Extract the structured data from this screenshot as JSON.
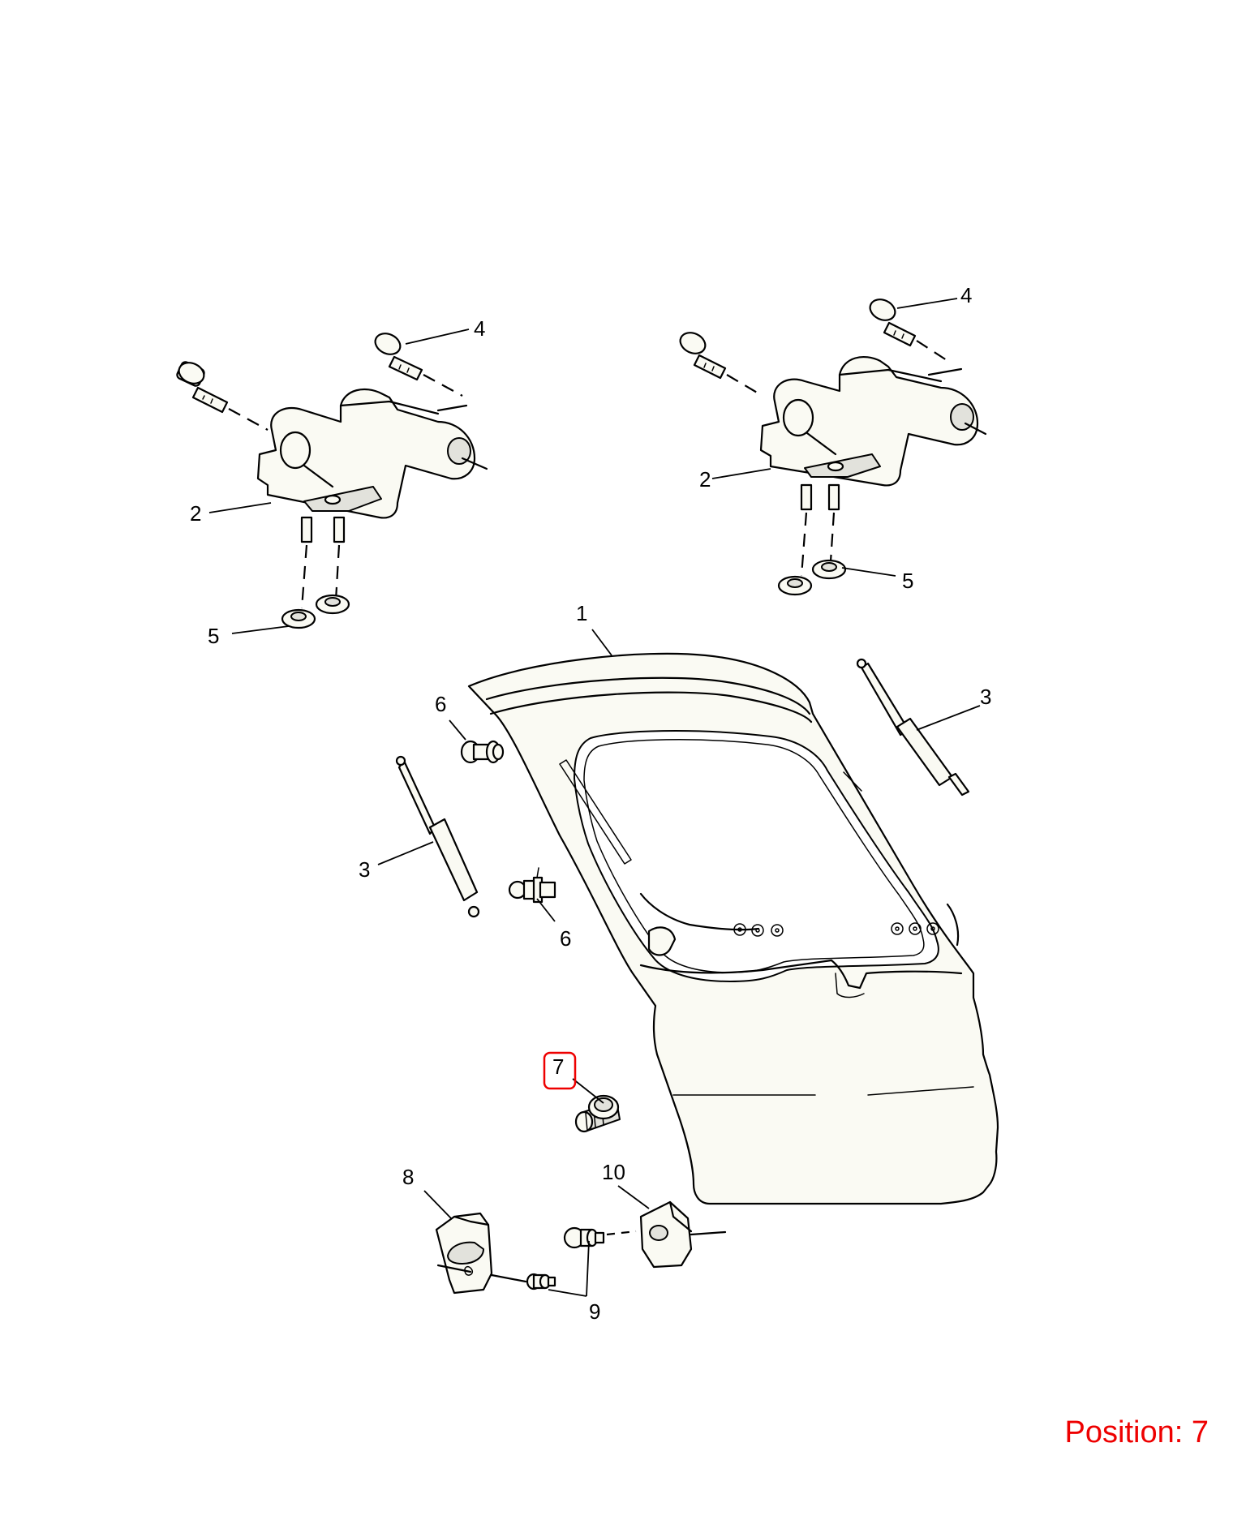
{
  "callouts": {
    "c1": "1",
    "c2_left": "2",
    "c2_right": "2",
    "c3_left": "3",
    "c3_right": "3",
    "c4_left": "4",
    "c4_right": "4",
    "c5_left": "5",
    "c5_right": "5",
    "c6_top": "6",
    "c6_bottom": "6",
    "c7": "7",
    "c8": "8",
    "c9": "9",
    "c10": "10"
  },
  "highlighted_callout": "7",
  "position": {
    "text": "Position: 7",
    "color": "#ee0000"
  },
  "colors": {
    "line": "#000000",
    "highlight": "#ee0000",
    "part_fill": "#fafaf3",
    "background": "#ffffff"
  }
}
